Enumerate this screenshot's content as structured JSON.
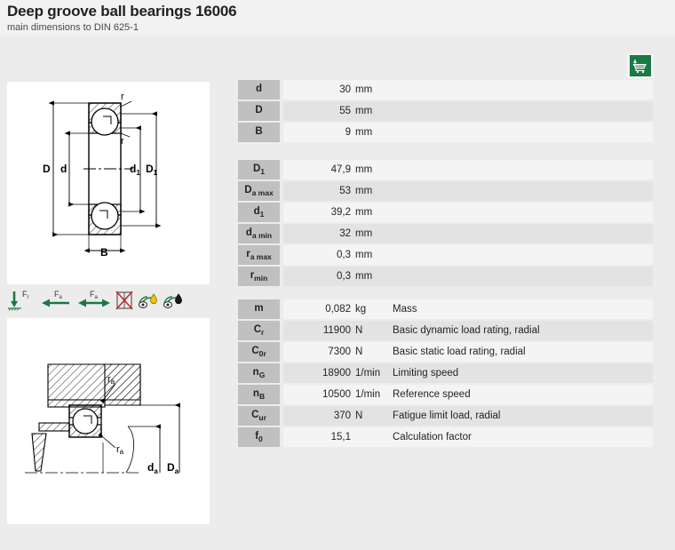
{
  "header": {
    "title": "Deep groove ball bearings 16006",
    "subtitle": "main dimensions to DIN 625-1"
  },
  "cart_button": {
    "icon": "shopping-cart-icon",
    "color": "#1a7a43"
  },
  "diagrams": {
    "cross_section": {
      "name": "bearing-cross-section-drawing",
      "labels": [
        "D",
        "d",
        "d",
        "D",
        "B",
        "r",
        "r"
      ],
      "label_D": "D",
      "label_d": "d",
      "label_d1": "d",
      "label_d1_sub": "1",
      "label_D1": "D",
      "label_D1_sub": "1",
      "label_B": "B",
      "label_r": "r"
    },
    "mounting": {
      "name": "bearing-mounting-drawing",
      "label_ra": "r",
      "label_ra_sub": "a",
      "label_da": "d",
      "label_da_sub": "a",
      "label_Da": "D",
      "label_Da_sub": "a"
    }
  },
  "load_icons": [
    {
      "name": "radial-load-icon",
      "label": "F",
      "sub": "r"
    },
    {
      "name": "axial-load-one-direction-icon",
      "label": "F",
      "sub": "a"
    },
    {
      "name": "axial-load-both-directions-icon",
      "label": "F",
      "sub": "a"
    },
    {
      "name": "not-sealed-icon",
      "label": ""
    },
    {
      "name": "grease-lubrication-icon",
      "label": ""
    },
    {
      "name": "oil-lubrication-icon",
      "label": ""
    }
  ],
  "tables": {
    "main": [
      {
        "symbol": "d",
        "sub": "",
        "value": "30",
        "unit": "mm",
        "desc": ""
      },
      {
        "symbol": "D",
        "sub": "",
        "value": "55",
        "unit": "mm",
        "desc": ""
      },
      {
        "symbol": "B",
        "sub": "",
        "value": "9",
        "unit": "mm",
        "desc": ""
      }
    ],
    "geometry": [
      {
        "symbol": "D",
        "sub": "1",
        "value": "47,9",
        "unit": "mm",
        "desc": ""
      },
      {
        "symbol": "D",
        "sub": "a max",
        "value": "53",
        "unit": "mm",
        "desc": ""
      },
      {
        "symbol": "d",
        "sub": "1",
        "value": "39,2",
        "unit": "mm",
        "desc": ""
      },
      {
        "symbol": "d",
        "sub": "a min",
        "value": "32",
        "unit": "mm",
        "desc": ""
      },
      {
        "symbol": "r",
        "sub": "a max",
        "value": "0,3",
        "unit": "mm",
        "desc": ""
      },
      {
        "symbol": "r",
        "sub": "min",
        "value": "0,3",
        "unit": "mm",
        "desc": ""
      }
    ],
    "performance": [
      {
        "symbol": "m",
        "sub": "",
        "value": "0,082",
        "unit": "kg",
        "desc": "Mass"
      },
      {
        "symbol": "C",
        "sub": "r",
        "value": "11900",
        "unit": "N",
        "desc": "Basic dynamic load rating, radial"
      },
      {
        "symbol": "C",
        "sub": "0r",
        "value": "7300",
        "unit": "N",
        "desc": "Basic static load rating, radial"
      },
      {
        "symbol": "n",
        "sub": "G",
        "value": "18900",
        "unit": "1/min",
        "desc": "Limiting speed"
      },
      {
        "symbol": "n",
        "sub": "B",
        "value": "10500",
        "unit": "1/min",
        "desc": "Reference speed"
      },
      {
        "symbol": "C",
        "sub": "ur",
        "value": "370",
        "unit": "N",
        "desc": "Fatigue limit load, radial"
      },
      {
        "symbol": "f",
        "sub": "0",
        "value": "15,1",
        "unit": "",
        "desc": "Calculation factor"
      }
    ]
  }
}
